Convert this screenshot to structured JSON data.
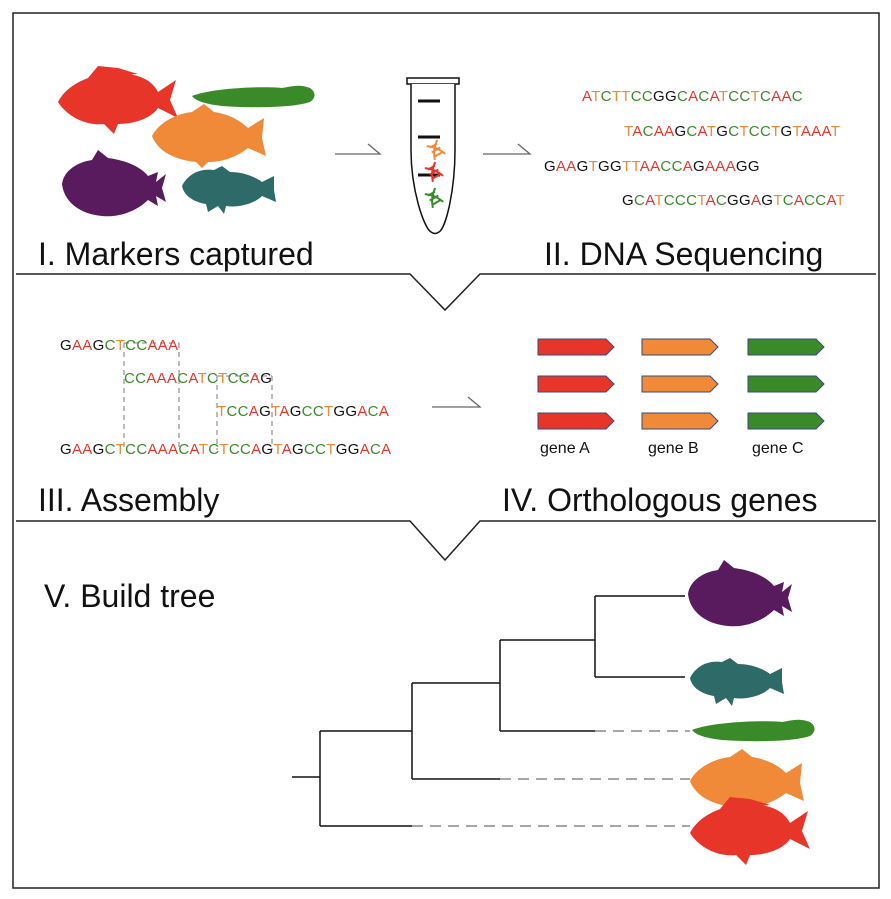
{
  "colors": {
    "red": "#e8352a",
    "orange": "#f08a38",
    "green": "#3a8a2a",
    "purple": "#5a1a5e",
    "teal": "#2e6a68",
    "black": "#111111",
    "line": "#222222",
    "dash": "#888888"
  },
  "sections": {
    "s1": "I. Markers captured",
    "s2": "II. DNA Sequencing",
    "s3": "III. Assembly",
    "s4": "IV. Orthologous genes",
    "s5": "V. Build tree"
  },
  "sequencing_reads": [
    "ATCTTCCGGCACATCCTCAAC",
    "TACAAGCATGCTCCTGTAAAT",
    "GAAGTGGTTAACCAGAAAGG",
    "GCATCCCTACGGAGTCACCAT"
  ],
  "assembly_reads": [
    "GAAGCTCCAAA",
    "CCAAACATCTCCAG",
    "TCCAGTAGCCTGGACA",
    "GAAGCTCCAAACATCTCCAGTAGCCTGGACA"
  ],
  "genes": [
    {
      "label": "gene A",
      "color": "#e8352a"
    },
    {
      "label": "gene B",
      "color": "#f08a38"
    },
    {
      "label": "gene C",
      "color": "#3a8a2a"
    }
  ],
  "fish_icons": [
    "red-fish-icon",
    "green-eel-icon",
    "orange-fish-icon",
    "purple-triggerfish-icon",
    "teal-frogfish-icon"
  ]
}
